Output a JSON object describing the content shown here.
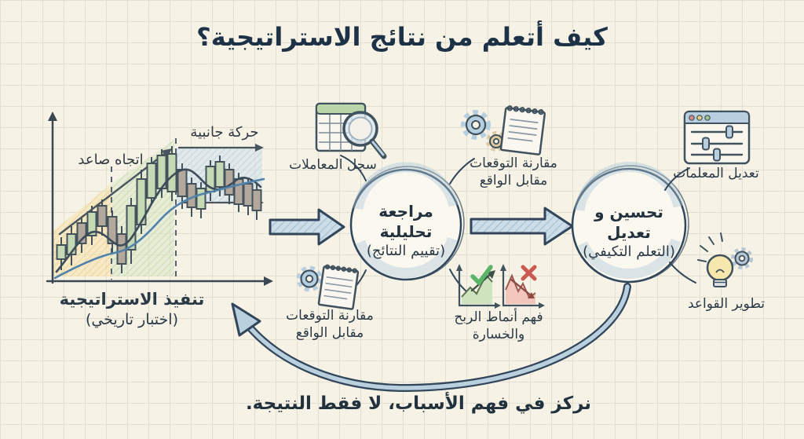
{
  "title": "كيف أتعلم من نتائج الاستراتيجية؟",
  "chart": {
    "uptrend_label": "اتجاه صاعد",
    "sideways_label": "حركة جانبية",
    "caption_title": "تنفيذ الاستراتيجية",
    "caption_sub": "(اختبار تاريخي)"
  },
  "nodes": {
    "review": {
      "title": "مراجعة تحليلية",
      "subtitle": "(تقييم النتائج)"
    },
    "improve": {
      "title": "تحسين و تعديل",
      "subtitle": "(التعلم التكيفي)"
    }
  },
  "callouts": {
    "transaction_log": "سجل المعاملات",
    "expectations_top_line1": "مقارنة التوقعات",
    "expectations_top_line2": "مقابل الواقع",
    "adjust_params": "تعديل المعلمات",
    "develop_rules": "تطوير القواعد",
    "expectations_bottom_line1": "مقارنة التوقعات",
    "expectations_bottom_line2": "مقابل الواقع",
    "patterns_line1": "فهم أنماط الربح",
    "patterns_line2": "والخسارة"
  },
  "footer_note": "نركز في فهم الأسباب، لا فقط النتيجة.",
  "icons": {
    "transaction_log": "spreadsheet-magnifier-icon",
    "expectations_top": "gears-notebook-icon",
    "adjust_params": "sliders-window-icon",
    "develop_rules": "lightbulb-gear-icon",
    "expectations_bottom": "gear-notebook-icon",
    "patterns": "profit-loss-mini-charts-icon"
  },
  "colors": {
    "background": "#f6f2e6",
    "ink": "#31465a",
    "arrow_fill": "#c3d7e2",
    "uptrend_zone": "#f6e2a9",
    "green_zone": "#d8e7c6",
    "sideways_zone": "#d3e2ec",
    "positive": "#5cb567",
    "negative": "#cb5a50",
    "bulb_yellow": "#f6e7ad"
  }
}
